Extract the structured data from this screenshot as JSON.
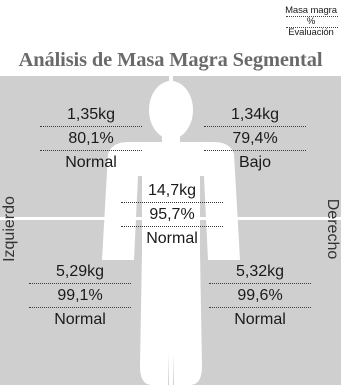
{
  "legend": {
    "line1": "Masa magra",
    "line2": "%",
    "line3": "Evaluación"
  },
  "title": "Análisis de Masa Magra Segmental",
  "labels": {
    "left": "Izquierdo",
    "right": "Derecho"
  },
  "segments": {
    "left_arm": {
      "mass": "1,35kg",
      "percent": "80,1%",
      "evaluation": "Normal"
    },
    "right_arm": {
      "mass": "1,34kg",
      "percent": "79,4%",
      "evaluation": "Bajo"
    },
    "trunk": {
      "mass": "14,7kg",
      "percent": "95,7%",
      "evaluation": "Normal"
    },
    "left_leg": {
      "mass": "5,29kg",
      "percent": "99,1%",
      "evaluation": "Normal"
    },
    "right_leg": {
      "mass": "5,32kg",
      "percent": "99,6%",
      "evaluation": "Normal"
    }
  },
  "colors": {
    "panel": "#cfcfcf",
    "silhouette": "#ffffff",
    "title": "#6a6a6a"
  }
}
